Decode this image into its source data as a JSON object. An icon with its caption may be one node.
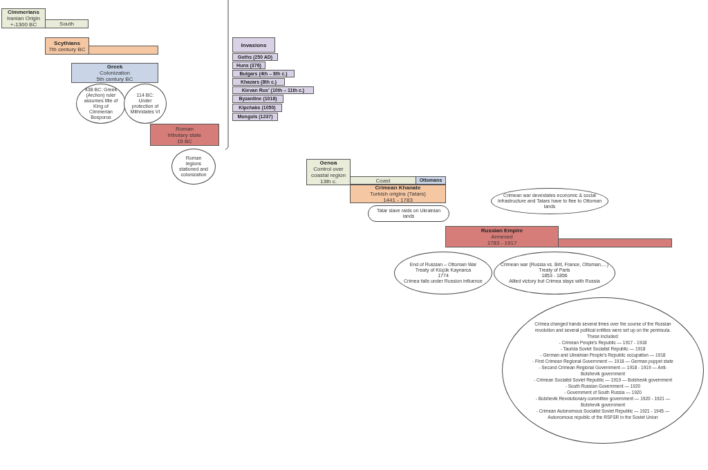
{
  "diagram": {
    "nodes": [
      {
        "text": [
          "Cimmerians",
          "Iranian Origin",
          "+-1300 BC"
        ]
      },
      {
        "text": [
          "South"
        ]
      },
      {
        "text": [
          "Scythians",
          "7th century BC"
        ]
      },
      {
        "text": [],
        "shape": "bar"
      },
      {
        "text": [
          "Greek",
          "Colonization",
          "5th century BC"
        ]
      },
      {
        "text": [
          "438 BC: Greek (Archon) ruler assumes title of King of Cimmerian Bosporus"
        ]
      },
      {
        "text": [
          "114 BC: Under protection of Mithridates VI"
        ]
      },
      {
        "text": [
          "Roman",
          "tributary state",
          "15 BC"
        ]
      },
      {
        "text": [
          "Roman legions stationed and colonization"
        ]
      },
      {
        "text": [
          "Invasions"
        ]
      },
      {
        "text": [
          "Goths (250 AD)"
        ]
      },
      {
        "text": [
          "Huns (376)"
        ]
      },
      {
        "text": [
          "Bulgars (4th – 8th c.)"
        ]
      },
      {
        "text": [
          "Khazars (8th c.)"
        ]
      },
      {
        "text": [
          "Kievan Rus' (10th – 11th c.)"
        ]
      },
      {
        "text": [
          "Byzantine (1016)"
        ]
      },
      {
        "text": [
          "Kipchaks (1050)"
        ]
      },
      {
        "text": [
          "Mongols (1237)"
        ]
      },
      {
        "text": [
          "Genoa",
          "Control over coastal region",
          "13th c."
        ]
      },
      {
        "text": [
          "Coast"
        ]
      },
      {
        "text": [
          "Ottomans"
        ]
      },
      {
        "text": [
          "Crimean Khanate",
          "Turkish origins (Tatars)",
          "1441 - 1783"
        ]
      },
      {
        "text": [
          "Tatar slave raids on Ukrainian lands"
        ]
      },
      {
        "text": [
          "Crimean war devestates economic & social infrastructure and Tatars have to flee to Ottoman lands"
        ]
      },
      {
        "text": [
          "Russian Empire",
          "Annexed",
          "1783 - 1917"
        ]
      },
      {
        "text": [],
        "shape": "bar"
      },
      {
        "text": [
          "End of Russian – Ottoman War",
          "Treaty of Küçük Kaynarca",
          "1774",
          "Crimea falls under Russion influence"
        ]
      },
      {
        "text": [
          "Crimean war (Russia vs. Brit, France, Ottoman,…)",
          "Treaty of Paris",
          "1853 - 1856",
          "Allied victory but Crimea stays with Russia"
        ]
      },
      {
        "text": [
          "Crimea changed hands several times over the course of the Russian revolution and several political entities were set up on the peninsula. These included:",
          "- Crimean People's Republic — 1917 - 1918",
          "- Taurida Soviet Socialist Republic — 1918",
          "- German and Ukrainian People's Republic occupation — 1918",
          "- First Crimean Regional Government — 1918 — German puppet state",
          "- Second Crimean Regional Government — 1918 - 1919 — Anti-Bolshevik government",
          "- Crimean Socialist Soviet Republic — 1919 — Bolshevik government",
          "- South Russian Government — 1920",
          "- Government of South Russia — 1920",
          "- Bolshevik Revolutionary committee government — 1920 - 1921 — Bolshevik government",
          "- Crimean Autonomous Socialist Soviet Republic — 1921 - 1945 — Autonomous republic of the RSFSR in the Soviet Union"
        ]
      }
    ]
  }
}
